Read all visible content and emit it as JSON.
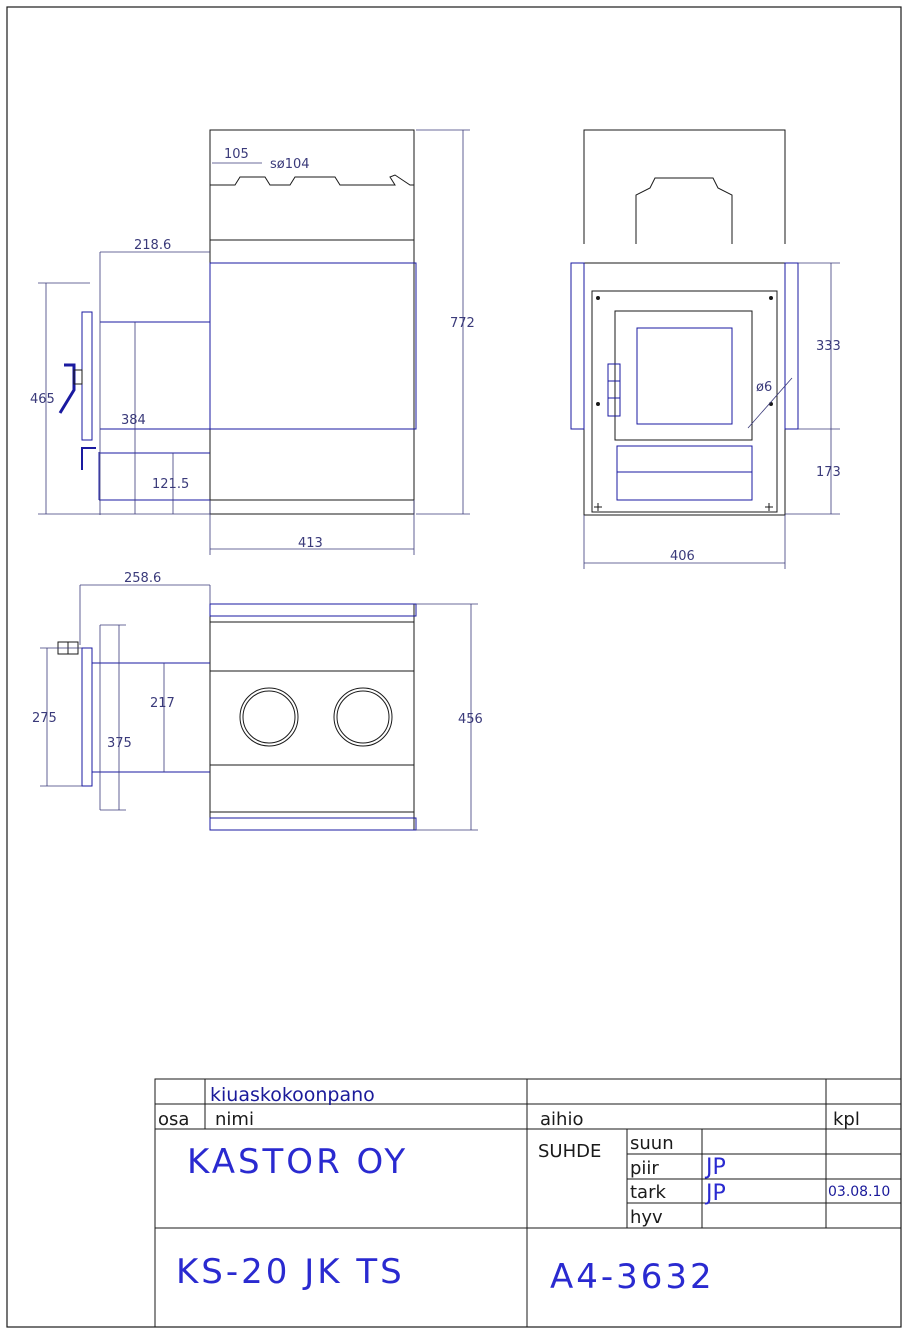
{
  "dimensions": {
    "side": {
      "d105": "105",
      "sphi104": "sø104",
      "d218": "218.6",
      "d465": "465",
      "d384": "384",
      "d121": "121.5",
      "d772": "772",
      "d413": "413"
    },
    "front": {
      "d333": "333",
      "phi6": "ø6",
      "d173": "173",
      "d406": "406"
    },
    "top": {
      "d258": "258.6",
      "d275": "275",
      "d375": "375",
      "d217": "217",
      "d456": "456"
    }
  },
  "title_block": {
    "part_name": "kiuaskokoonpano",
    "header_osa": "osa",
    "header_nimi": "nimi",
    "header_aihio": "aihio",
    "header_kpl": "kpl",
    "company": "KASTOR OY",
    "suhde": "SUHDE",
    "suun": "suun",
    "piir": "piir",
    "piir_value": "JP",
    "tark": "tark",
    "tark_value": "JP",
    "date": "03.08.10",
    "hyv": "hyv",
    "product": "KS-20 JK TS",
    "drawing_number": "A4-3632"
  },
  "colors": {
    "outline": "#1a1a1a",
    "blue_part": "#1a1aa0",
    "dimension": "#3a3a7a",
    "title_text": "#2a2ad0"
  }
}
